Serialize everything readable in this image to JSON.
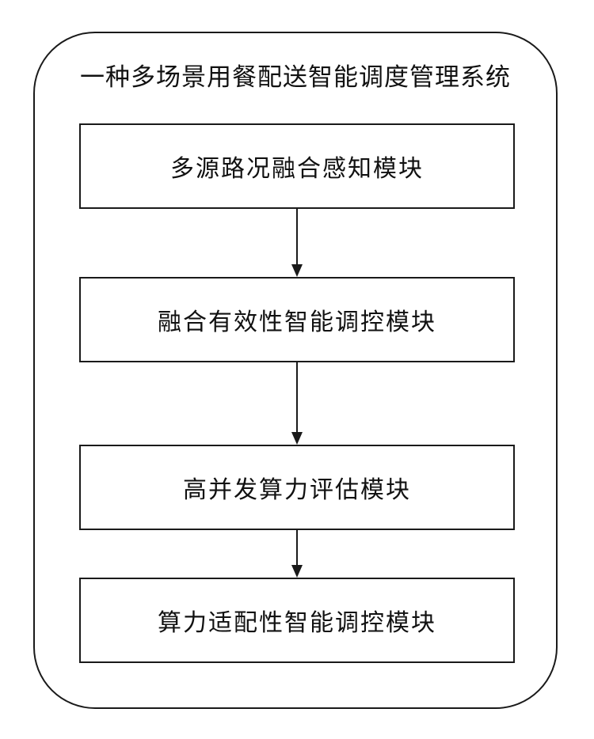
{
  "diagram": {
    "title": "一种多场景用餐配送智能调度管理系统",
    "modules": [
      {
        "label": "多源路况融合感知模块"
      },
      {
        "label": "融合有效性智能调控模块"
      },
      {
        "label": "高并发算力评估模块"
      },
      {
        "label": "算力适配性智能调控模块"
      }
    ]
  }
}
